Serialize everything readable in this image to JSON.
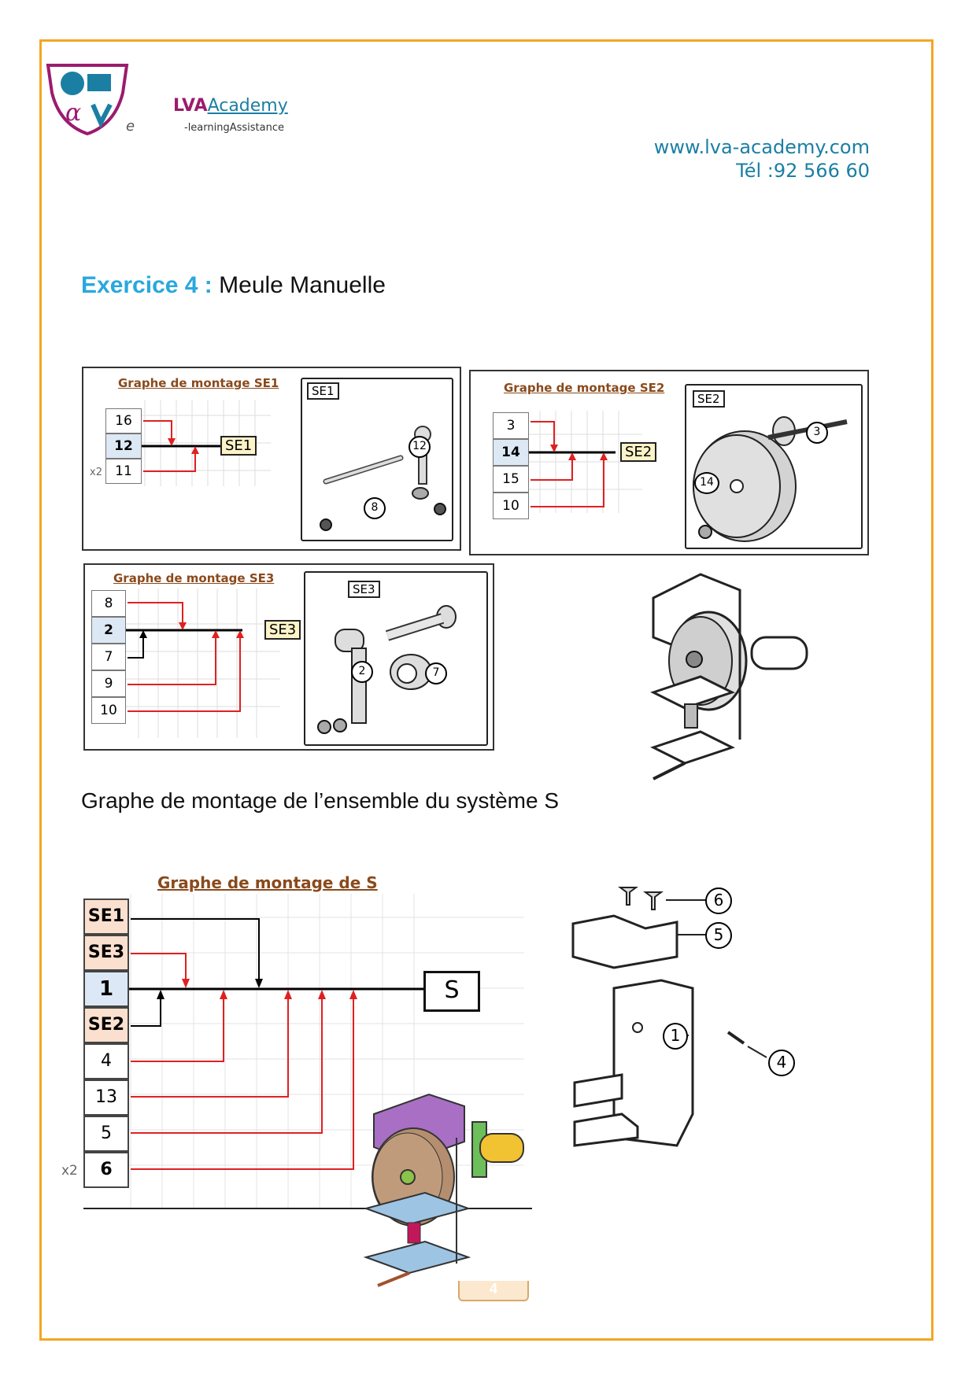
{
  "header": {
    "brand_lva": "LVA",
    "brand_academy": "Academy",
    "brand_sub": "-learningAssistance",
    "logo_letter": "e",
    "website": "www.lva-academy.com",
    "phone": "Tél :92 566 60"
  },
  "exercise": {
    "label": "Exercice 4 :",
    "title": "Meule Manuelle"
  },
  "se1": {
    "graph_title": "Graphe de montage SE1",
    "tag": "SE1",
    "rows": [
      "16",
      "12",
      "11"
    ],
    "multiplier": "x2",
    "result": "SE1",
    "parts": [
      "12",
      "8"
    ]
  },
  "se2": {
    "graph_title": "Graphe de montage SE2",
    "tag": "SE2",
    "rows": [
      "3",
      "14",
      "15",
      "10"
    ],
    "result": "SE2",
    "parts": [
      "3",
      "14"
    ]
  },
  "se3": {
    "graph_title": "Graphe de montage SE3",
    "tag": "SE3",
    "rows": [
      "8",
      "2",
      "7",
      "9",
      "10"
    ],
    "result": "SE3",
    "parts": [
      "2",
      "7"
    ]
  },
  "section_title": "Graphe de montage de l’ensemble du système S",
  "global": {
    "graph_title": "Graphe de montage de S",
    "rows": [
      "SE1",
      "SE3",
      "1",
      "SE2",
      "4",
      "13",
      "5",
      "6"
    ],
    "multiplier": "x2",
    "result": "S",
    "parts": [
      "6",
      "5",
      "1",
      "4"
    ]
  },
  "page_number": "4",
  "colors": {
    "frame": "#f5a623",
    "accent_blue": "#2aa7df",
    "arrow_red": "#e02020"
  }
}
